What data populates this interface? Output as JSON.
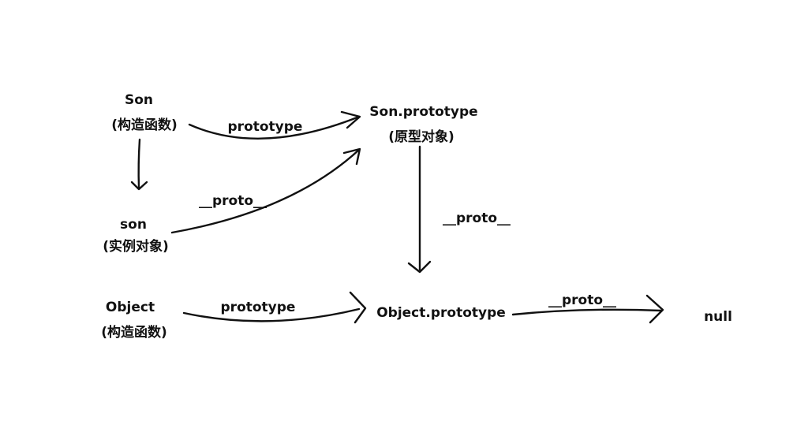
{
  "nodes": {
    "son_constructor": {
      "line1": "Son",
      "line2": "(构造函数)"
    },
    "son_prototype": {
      "line1": "Son.prototype",
      "line2": "(原型对象)"
    },
    "son_instance": {
      "line1": "son",
      "line2": "(实例对象)"
    },
    "object_constructor": {
      "line1": "Object",
      "line2": "(构造函数)"
    },
    "object_prototype": {
      "line1": "Object.prototype"
    },
    "null_node": {
      "line1": "null"
    }
  },
  "edges": {
    "son_to_prototype": "prototype",
    "instance_to_prototype": "__proto__",
    "sonproto_to_objproto": "__proto__",
    "object_to_prototype": "prototype",
    "objproto_to_null": "__proto__"
  }
}
